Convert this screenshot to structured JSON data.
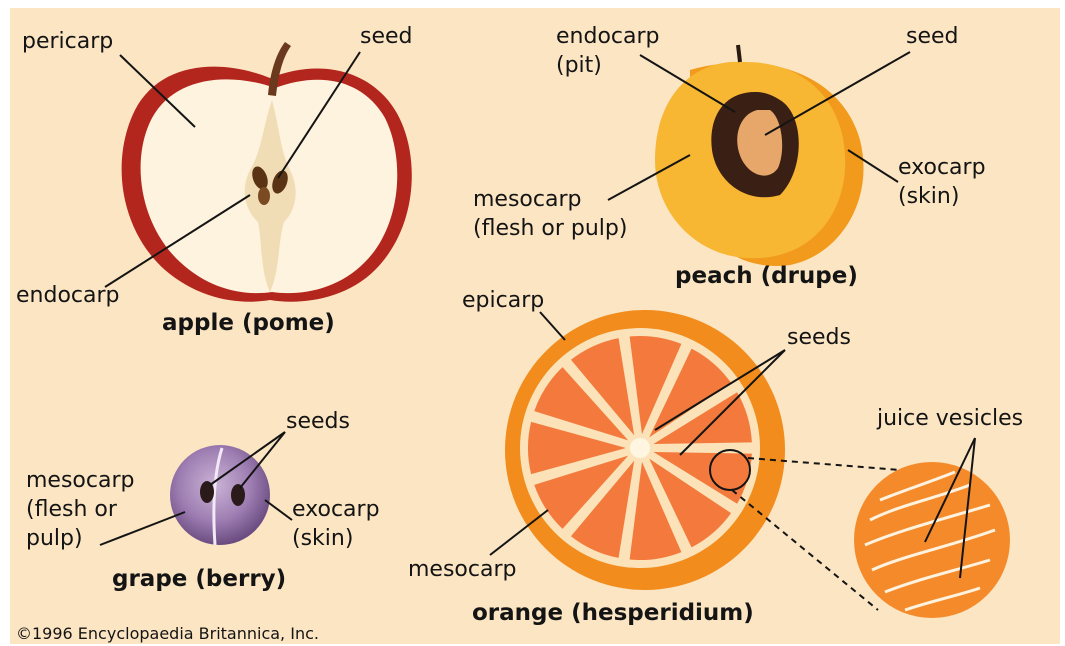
{
  "apple": {
    "title": "apple (pome)",
    "labels": {
      "pericarp": "pericarp",
      "seed": "seed",
      "endocarp": "endocarp"
    }
  },
  "peach": {
    "title": "peach (drupe)",
    "labels": {
      "endocarp": "endocarp\n(pit)",
      "seed": "seed",
      "exocarp": "exocarp\n(skin)",
      "mesocarp": "mesocarp\n(flesh or pulp)"
    }
  },
  "grape": {
    "title": "grape (berry)",
    "labels": {
      "seeds": "seeds",
      "mesocarp": "mesocarp\n(flesh or\npulp)",
      "exocarp": "exocarp\n(skin)"
    }
  },
  "orange": {
    "title": "orange (hesperidium)",
    "labels": {
      "epicarp": "epicarp",
      "seeds": "seeds",
      "juice_vesicles": "juice vesicles",
      "mesocarp": "mesocarp"
    }
  },
  "copyright": "©1996 Encyclopaedia Britannica, Inc.",
  "colors": {
    "background": "#fbe5c3",
    "apple_flesh": "#fdf3df",
    "apple_skin": "#b3261e",
    "peach_flesh": "#f7b733",
    "peach_pit": "#3a1f14",
    "grape": "#8f6fa0",
    "orange_rind": "#f28c1c",
    "orange_segment": "#f37a3c"
  }
}
